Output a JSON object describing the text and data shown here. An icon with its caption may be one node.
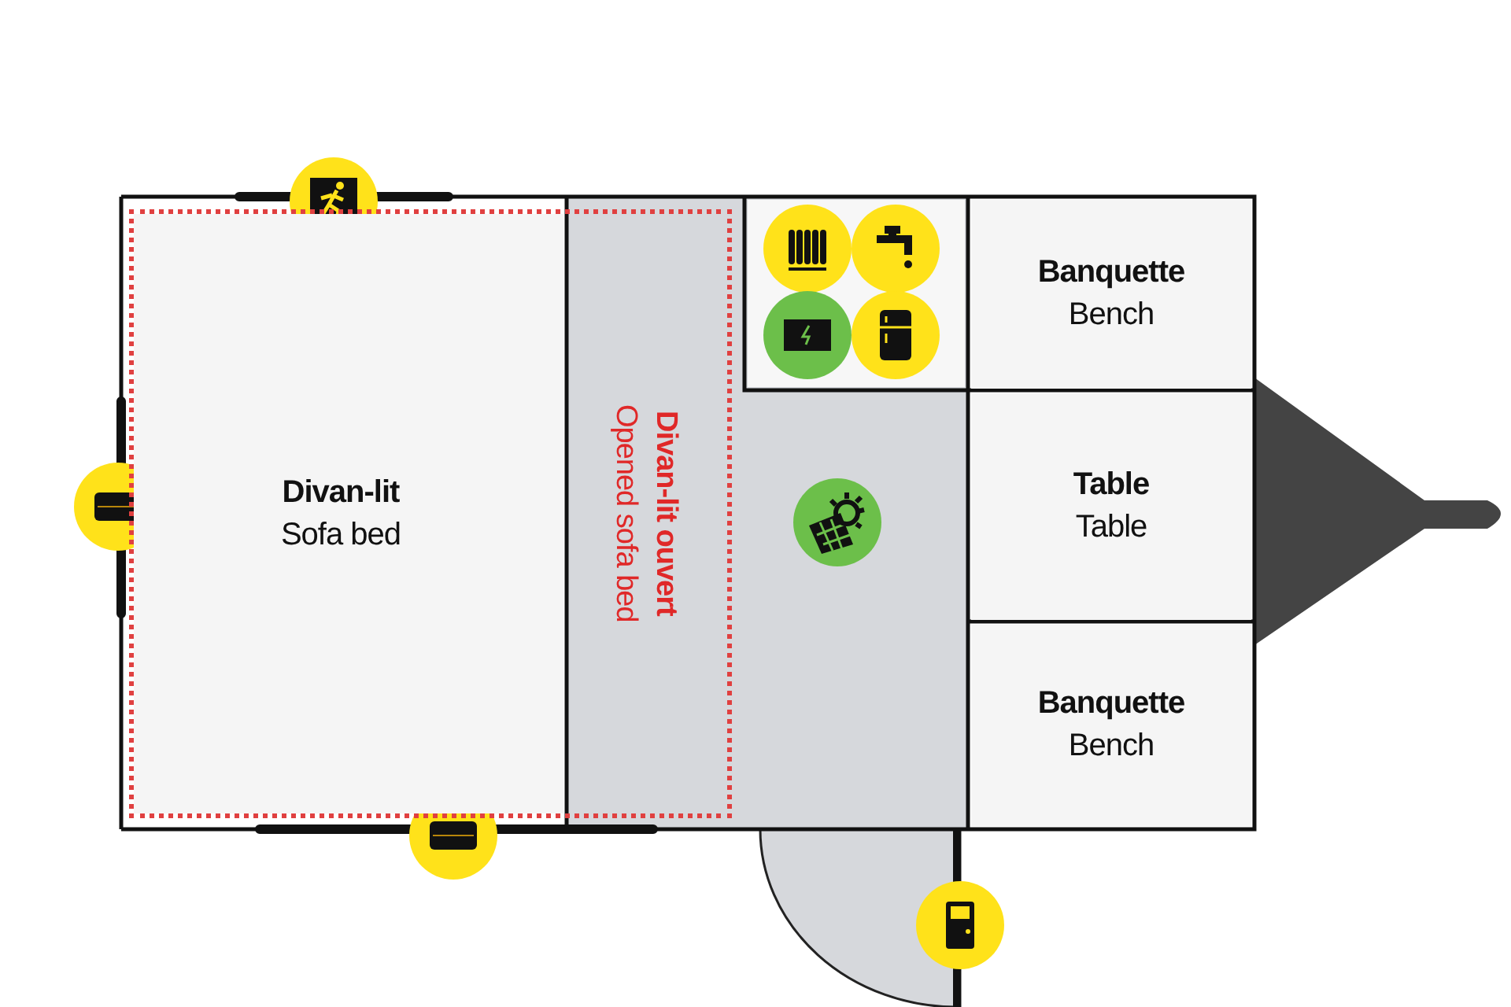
{
  "diagram": {
    "nodes": [
      {
        "text": [
          "Divan-lit ouvert",
          "Opened sofa bed"
        ]
      },
      {
        "text": [
          "Divan-lit",
          "Sofa bed"
        ],
        "in": 0
      },
      {
        "text": [
          "Banquette",
          "Bench"
        ]
      },
      {
        "text": [
          "Table",
          "Table"
        ]
      },
      {
        "text": [
          "Banquette",
          "Bench"
        ]
      }
    ],
    "edges": []
  }
}
